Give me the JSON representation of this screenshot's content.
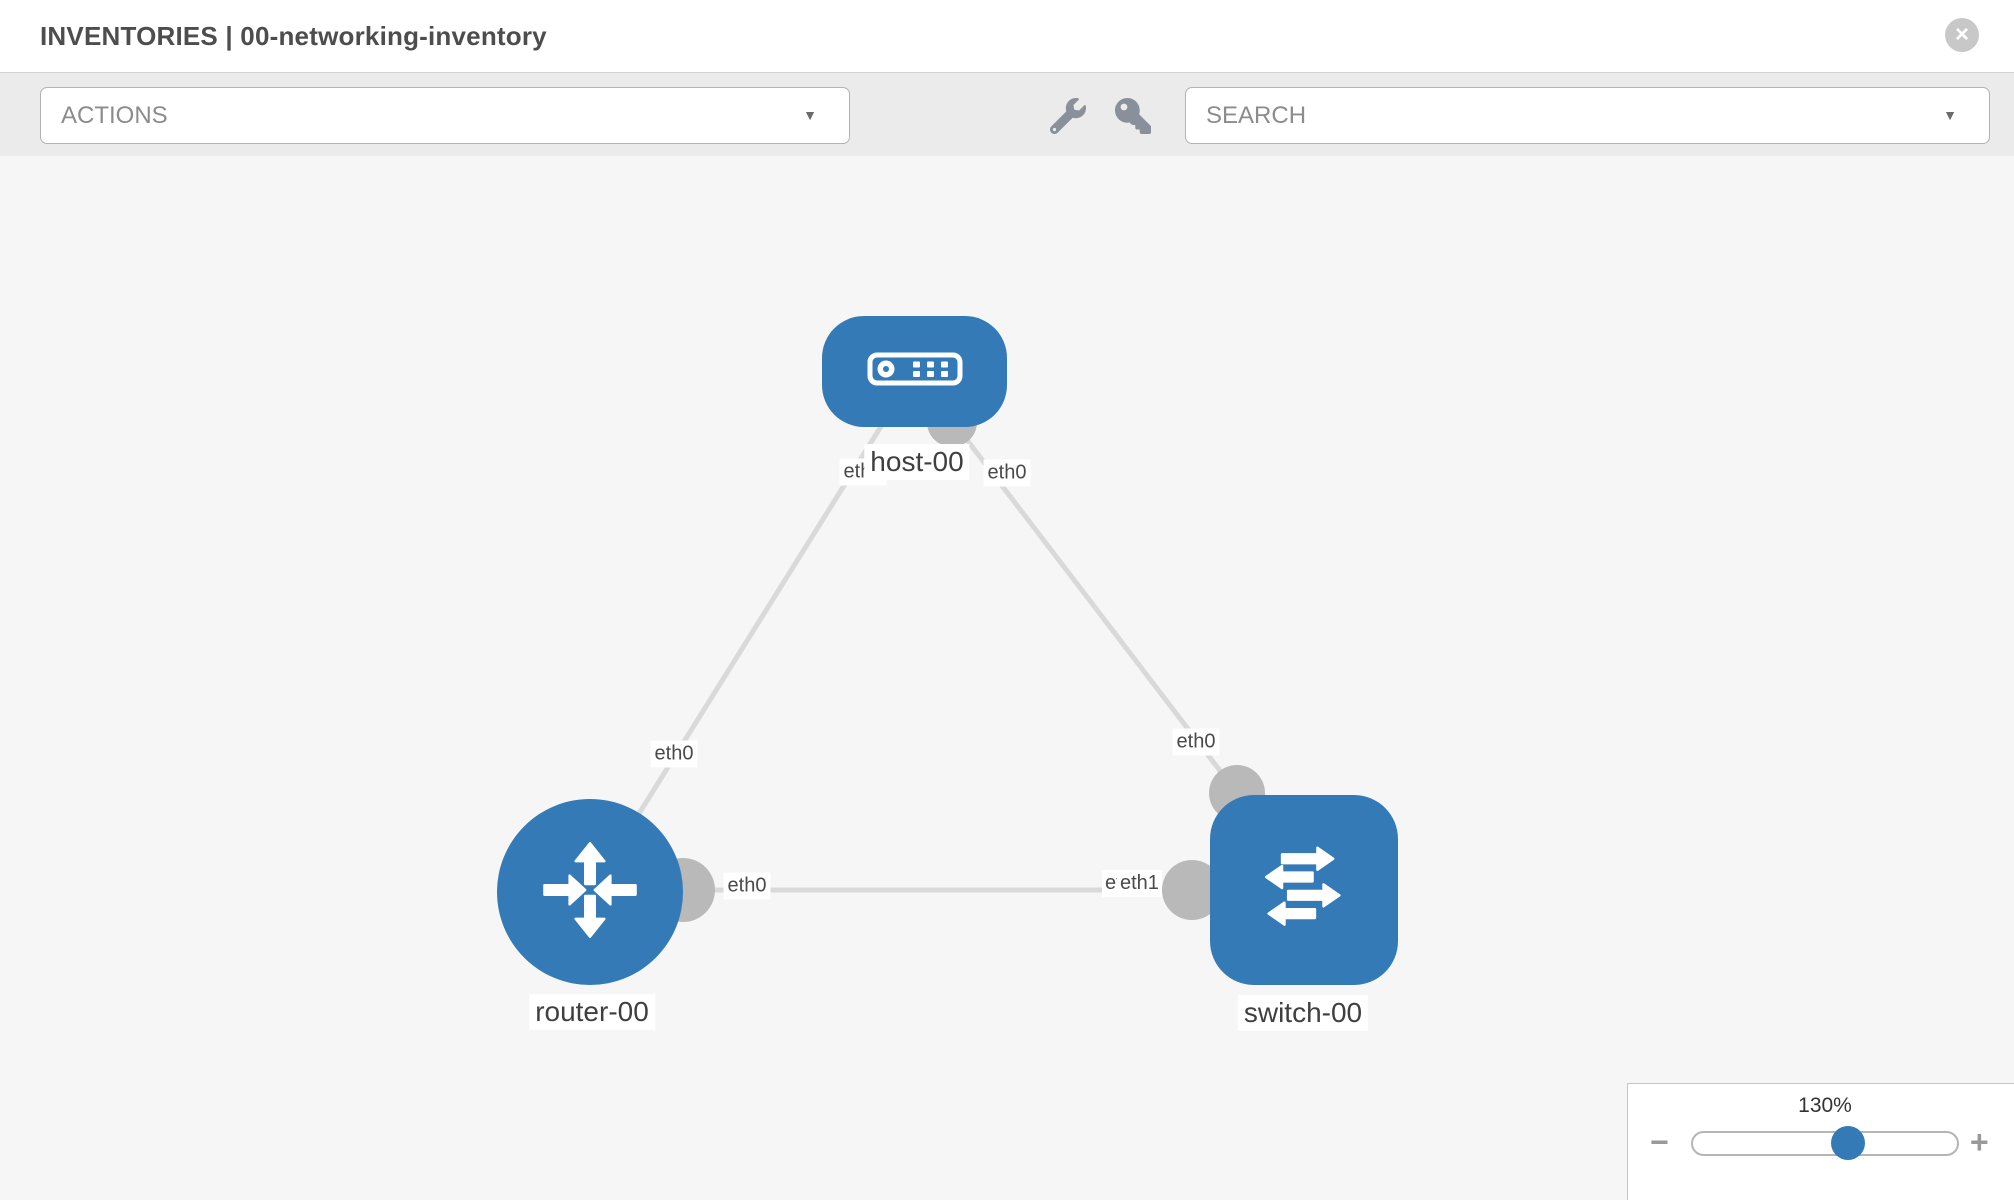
{
  "header": {
    "title": "INVENTORIES | 00-networking-inventory",
    "close_icon": "×"
  },
  "toolbar": {
    "actions_label": "ACTIONS",
    "search_label": "SEARCH",
    "caret": "▼",
    "icons": {
      "wrench": "wrench-icon",
      "key": "key-icon"
    }
  },
  "topology": {
    "nodes": [
      {
        "id": "host-00",
        "type": "host",
        "label": "host-00"
      },
      {
        "id": "router-00",
        "type": "router",
        "label": "router-00"
      },
      {
        "id": "switch-00",
        "type": "switch",
        "label": "switch-00"
      }
    ],
    "links": [
      {
        "from": "host-00",
        "to": "router-00",
        "from_if": "eth0",
        "to_if": "eth0"
      },
      {
        "from": "host-00",
        "to": "switch-00",
        "from_if": "eth0",
        "to_if": "eth0"
      },
      {
        "from": "router-00",
        "to": "switch-00",
        "from_if": "eth0",
        "to_if": "eth1"
      }
    ],
    "occluded_interface_label": "eth0"
  },
  "zoom_control": {
    "value": "130%",
    "minus": "−",
    "plus": "+"
  },
  "colors": {
    "node_blue": "#337ab7",
    "link_gray": "#d9d9d9",
    "connector_gray": "#b9b9b9",
    "toolbar_bg": "#ebebeb",
    "canvas_bg": "#f6f6f6"
  }
}
